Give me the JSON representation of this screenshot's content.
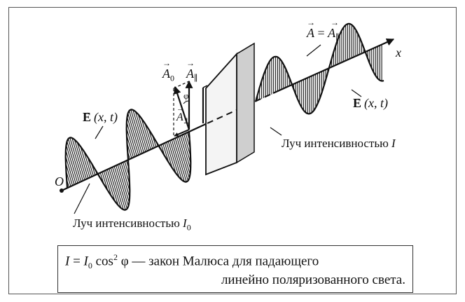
{
  "labels": {
    "origin": "O",
    "x_axis": "x",
    "e_field_left_symbol": "E",
    "e_field_left_args": "(x, t)",
    "e_field_right_symbol": "E",
    "e_field_right_args": "(x, t)",
    "a0": "A",
    "a0_sub": "0",
    "a_par": "A",
    "a_par_sub": "∥",
    "a_perp": "A",
    "a_perp_sub": "⊥",
    "phi": "φ",
    "a_eq_left": "A",
    "a_eq_mid": " = ",
    "a_eq_right": "A",
    "a_eq_right_sub": "∥",
    "ray_out": "Луч интенсивностью ",
    "ray_out_symbol": "I",
    "ray_in": "Луч интенсивностью ",
    "ray_in_symbol": "I",
    "ray_in_sub": "0"
  },
  "formula": {
    "lhs": "I",
    "eq": " = ",
    "i0": "I",
    "i0_sub": "0",
    "cos": " cos",
    "power": "2",
    "phi": " φ",
    "dash": " — закон Малюса для падающего",
    "line2": "линейно поляризованного света."
  }
}
